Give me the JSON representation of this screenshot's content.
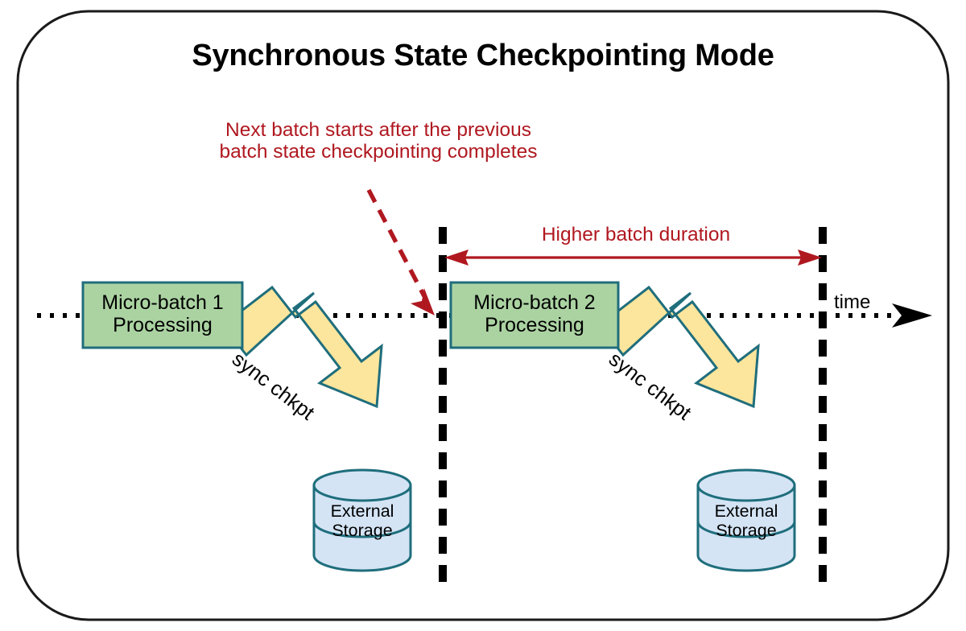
{
  "title": "Synchronous State Checkpointing Mode",
  "annotations": {
    "next_batch_note": "Next batch starts after the previous\nbatch state checkpointing completes",
    "higher_batch_duration": "Higher batch duration"
  },
  "axis": {
    "label": "time",
    "style": "dotted",
    "arrow": "right-arrowhead"
  },
  "batches": [
    {
      "id": "micro-batch-1",
      "label": "Micro-batch 1\nProcessing",
      "checkpoint_arrow_label": "sync chkpt",
      "storage_label": "External\nStorage"
    },
    {
      "id": "micro-batch-2",
      "label": "Micro-batch 2\nProcessing",
      "checkpoint_arrow_label": "sync chkpt",
      "storage_label": "External\nStorage"
    }
  ],
  "dividers": [
    {
      "id": "divider-left",
      "style": "dashed"
    },
    {
      "id": "divider-right",
      "style": "dashed"
    }
  ],
  "colors": {
    "batch_fill": "#ABD3A2",
    "batch_stroke": "#1F6E7C",
    "arrow_fill": "#FCE59C",
    "arrow_stroke": "#1F6E7C",
    "storage_fill": "#D4E4F5",
    "storage_stroke": "#1F6E7C",
    "annotation_red": "#B01820",
    "axis_black": "#000000",
    "frame_stroke": "#1A1A1A"
  },
  "icons": {
    "storage": "database-cylinder-icon",
    "checkpoint": "block-arrow-icon",
    "timeline": "dotted-timeline-icon",
    "callout": "dashed-red-arrow-icon",
    "span": "double-headed-arrow-icon"
  }
}
